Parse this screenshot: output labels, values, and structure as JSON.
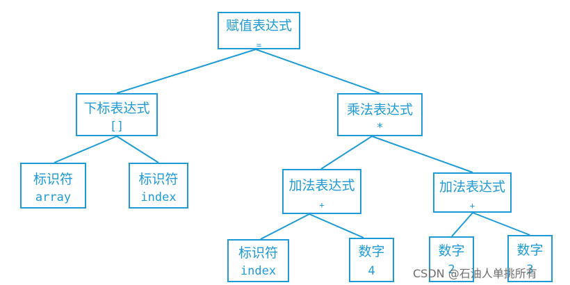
{
  "colors": {
    "line": "#1e9ad6",
    "text": "#1e9ad6",
    "watermark": "#6e6e6e"
  },
  "nodes": {
    "assign": {
      "label": "赋值表达式",
      "op": "="
    },
    "subscript": {
      "label": "下标表达式",
      "op": "[]"
    },
    "multiply": {
      "label": "乘法表达式",
      "op": "*"
    },
    "ident_array": {
      "label": "标识符",
      "value": "array"
    },
    "ident_index": {
      "label": "标识符",
      "value": "index"
    },
    "add_left": {
      "label": "加法表达式",
      "op": "+"
    },
    "add_right": {
      "label": "加法表达式",
      "op": "+"
    },
    "ident_index2": {
      "label": "标识符",
      "value": "index"
    },
    "num_4": {
      "label": "数字",
      "value": "4"
    },
    "num_a": {
      "label": "数字",
      "value": "2"
    },
    "num_b": {
      "label": "数字",
      "value": "3"
    }
  },
  "watermark": "CSDN @石油人单挑所有"
}
